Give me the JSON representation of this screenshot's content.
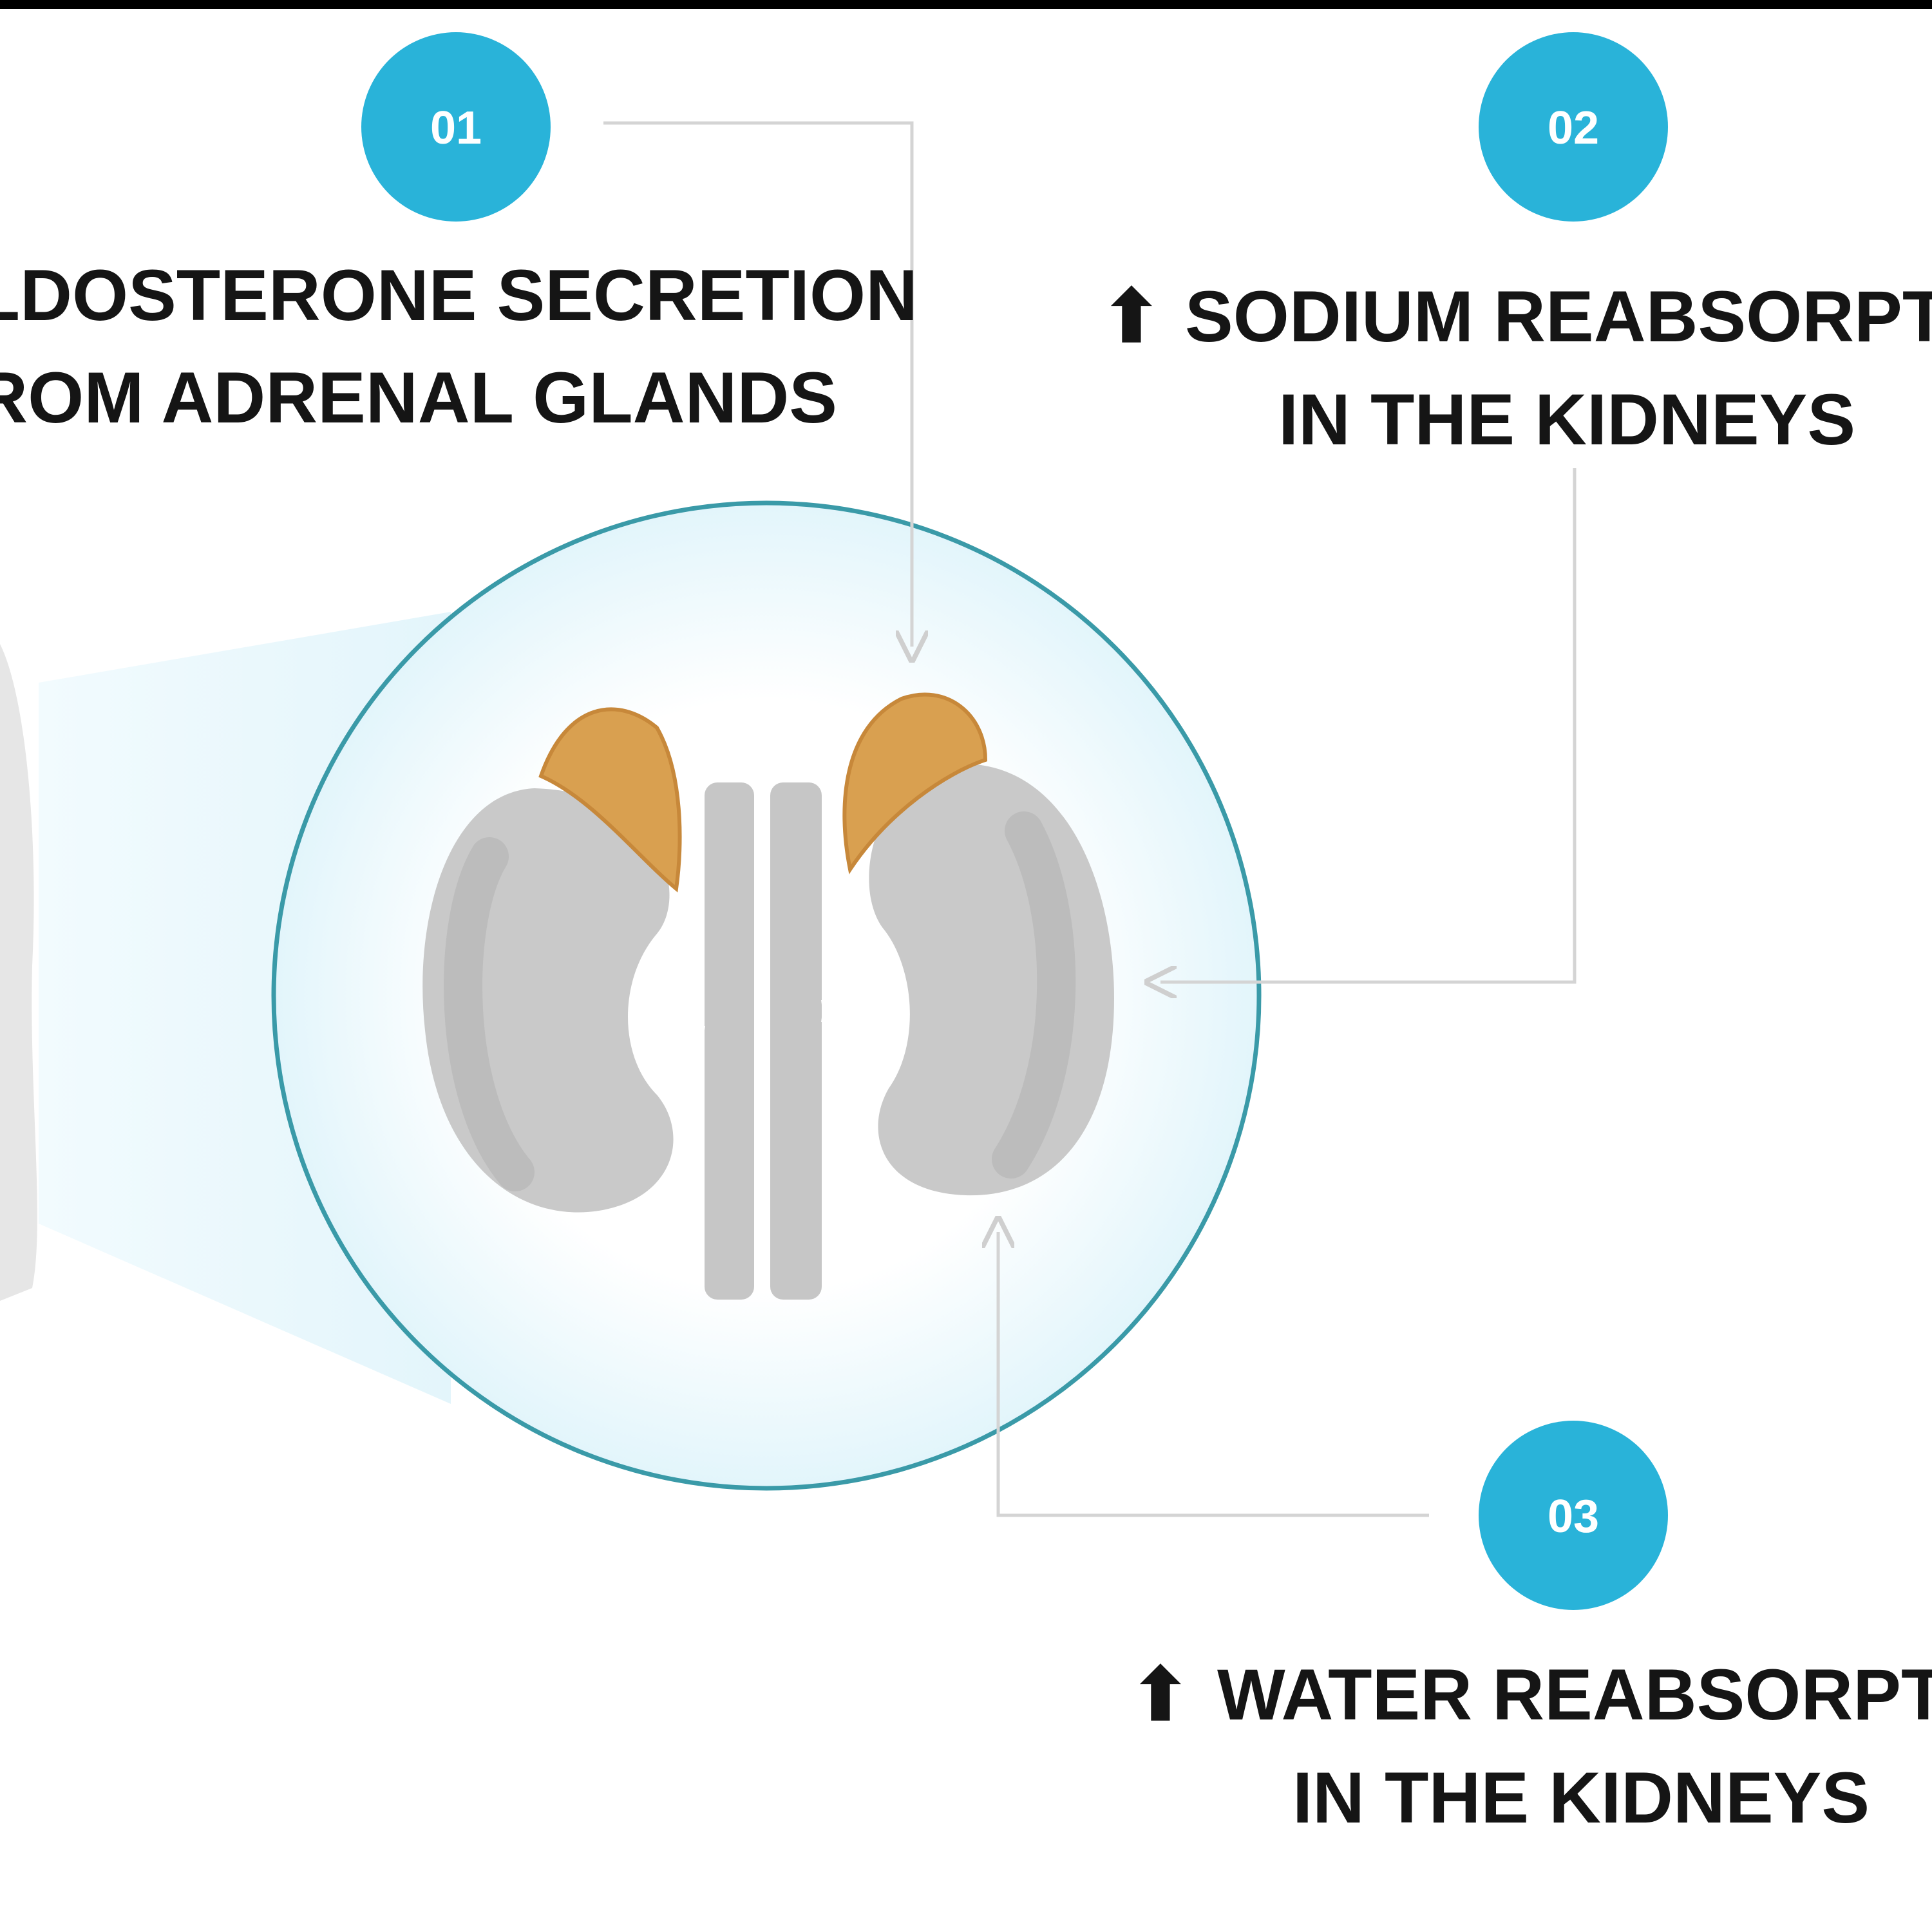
{
  "steps": [
    {
      "number": "01",
      "line1": "ALDOSTERONE SECRETION",
      "line2": "FROM ADRENAL GLANDS"
    },
    {
      "number": "02",
      "arrow": "⬆",
      "line1": "SODIUM REABSORPTION",
      "line2": "IN THE KIDNEYS"
    },
    {
      "number": "03",
      "arrow": "⬆",
      "line1": "WATER REABSORPTION",
      "line2": "IN THE KIDNEYS"
    }
  ],
  "colors": {
    "accent": "#29b3d9",
    "ring": "#3a9aa8",
    "gland": "#d9a050",
    "kidney": "#c9c9c9",
    "text": "#151515"
  }
}
